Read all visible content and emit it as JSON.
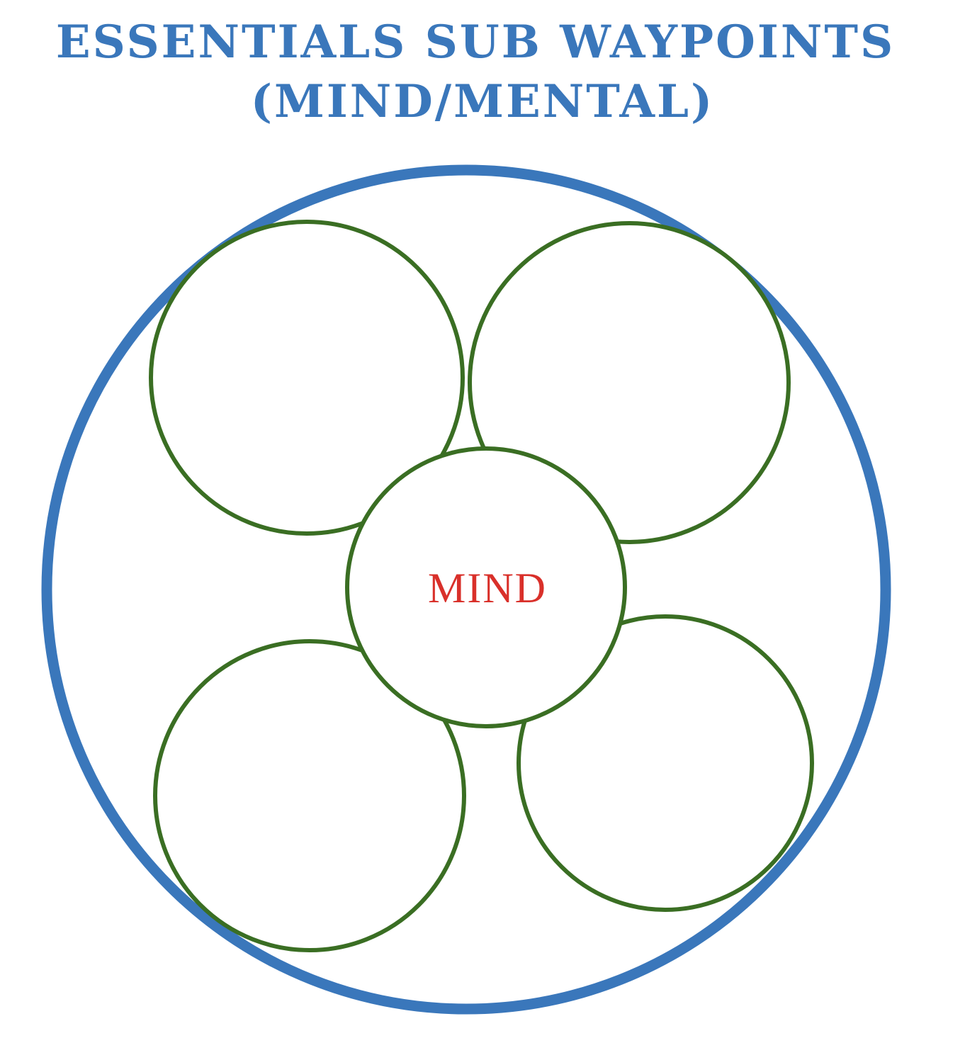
{
  "title": {
    "line1": "ESSENTIALS SUB WAYPOINTS",
    "line2": "(MIND/MENTAL)"
  },
  "center": {
    "label": "MIND"
  },
  "colors": {
    "title": "#3a77bb",
    "outer_circle": "#3a77bb",
    "sub_circles": "#3a6e23",
    "center_label": "#d9302a"
  }
}
